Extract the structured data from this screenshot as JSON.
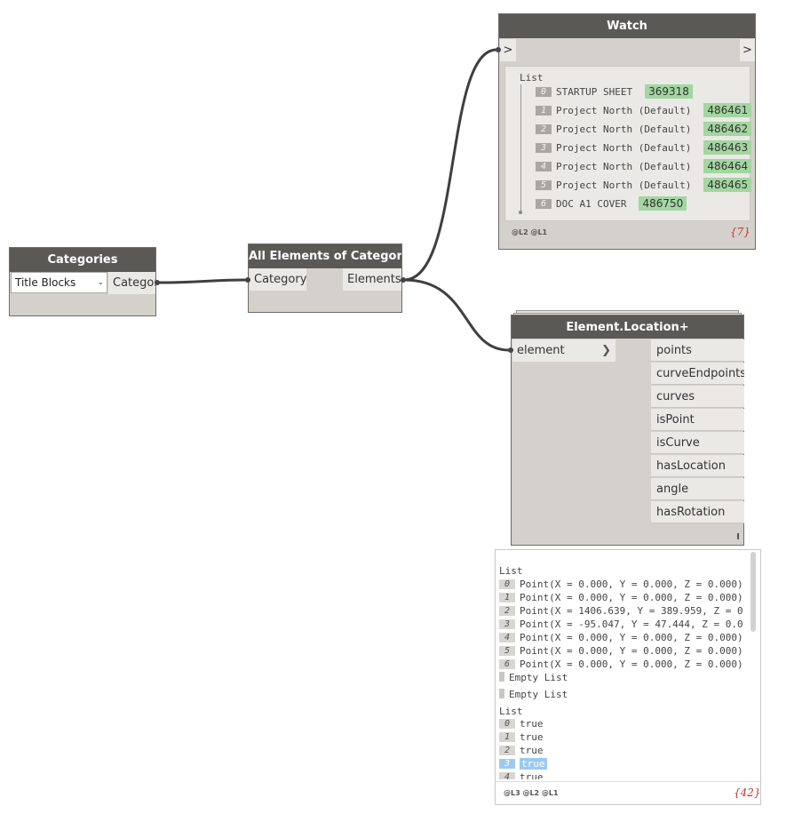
{
  "categories_node": {
    "title": "Categories",
    "dropdown_value": "Title Blocks",
    "output_port": "Category"
  },
  "all_elements_node": {
    "title": "All Elements of Category",
    "input_port": "Category",
    "output_port": "Elements"
  },
  "watch_node": {
    "title": "Watch",
    "input_port": ">",
    "output_port": ">",
    "list_label": "List",
    "items": [
      {
        "index": "0",
        "name": "STARTUP SHEET",
        "id": "369318"
      },
      {
        "index": "1",
        "name": "Project North (Default)",
        "id": "486461"
      },
      {
        "index": "2",
        "name": "Project North (Default)",
        "id": "486462"
      },
      {
        "index": "3",
        "name": "Project North (Default)",
        "id": "486463"
      },
      {
        "index": "4",
        "name": "Project North (Default)",
        "id": "486464"
      },
      {
        "index": "5",
        "name": "Project North (Default)",
        "id": "486465"
      },
      {
        "index": "6",
        "name": "DOC A1 COVER",
        "id": "486750"
      }
    ],
    "levels": "@L2 @L1",
    "count": "{7}"
  },
  "element_location_node": {
    "title": "Element.Location+",
    "input_port": "element",
    "outputs": [
      "points",
      "curveEndpoints",
      "curves",
      "isPoint",
      "isCurve",
      "hasLocation",
      "angle",
      "hasRotation"
    ]
  },
  "location_preview": {
    "list1_label": "List",
    "points": [
      {
        "index": "0",
        "text": "Point(X = 0.000, Y = 0.000, Z = 0.000)"
      },
      {
        "index": "1",
        "text": "Point(X = 0.000, Y = 0.000, Z = 0.000)"
      },
      {
        "index": "2",
        "text": "Point(X = 1406.639, Y = 389.959, Z = 0"
      },
      {
        "index": "3",
        "text": "Point(X = -95.047, Y = 47.444, Z = 0.0"
      },
      {
        "index": "4",
        "text": "Point(X = 0.000, Y = 0.000, Z = 0.000)"
      },
      {
        "index": "5",
        "text": "Point(X = 0.000, Y = 0.000, Z = 0.000)"
      },
      {
        "index": "6",
        "text": "Point(X = 0.000, Y = 0.000, Z = 0.000)"
      }
    ],
    "empty1": "Empty List",
    "empty2": "Empty List",
    "list2_label": "List",
    "bools": [
      {
        "index": "0",
        "text": "true"
      },
      {
        "index": "1",
        "text": "true"
      },
      {
        "index": "2",
        "text": "true"
      },
      {
        "index": "3",
        "text": "true"
      },
      {
        "index": "4",
        "text": "true"
      }
    ],
    "levels": "@L3 @L2 @L1",
    "count": "{42}"
  }
}
